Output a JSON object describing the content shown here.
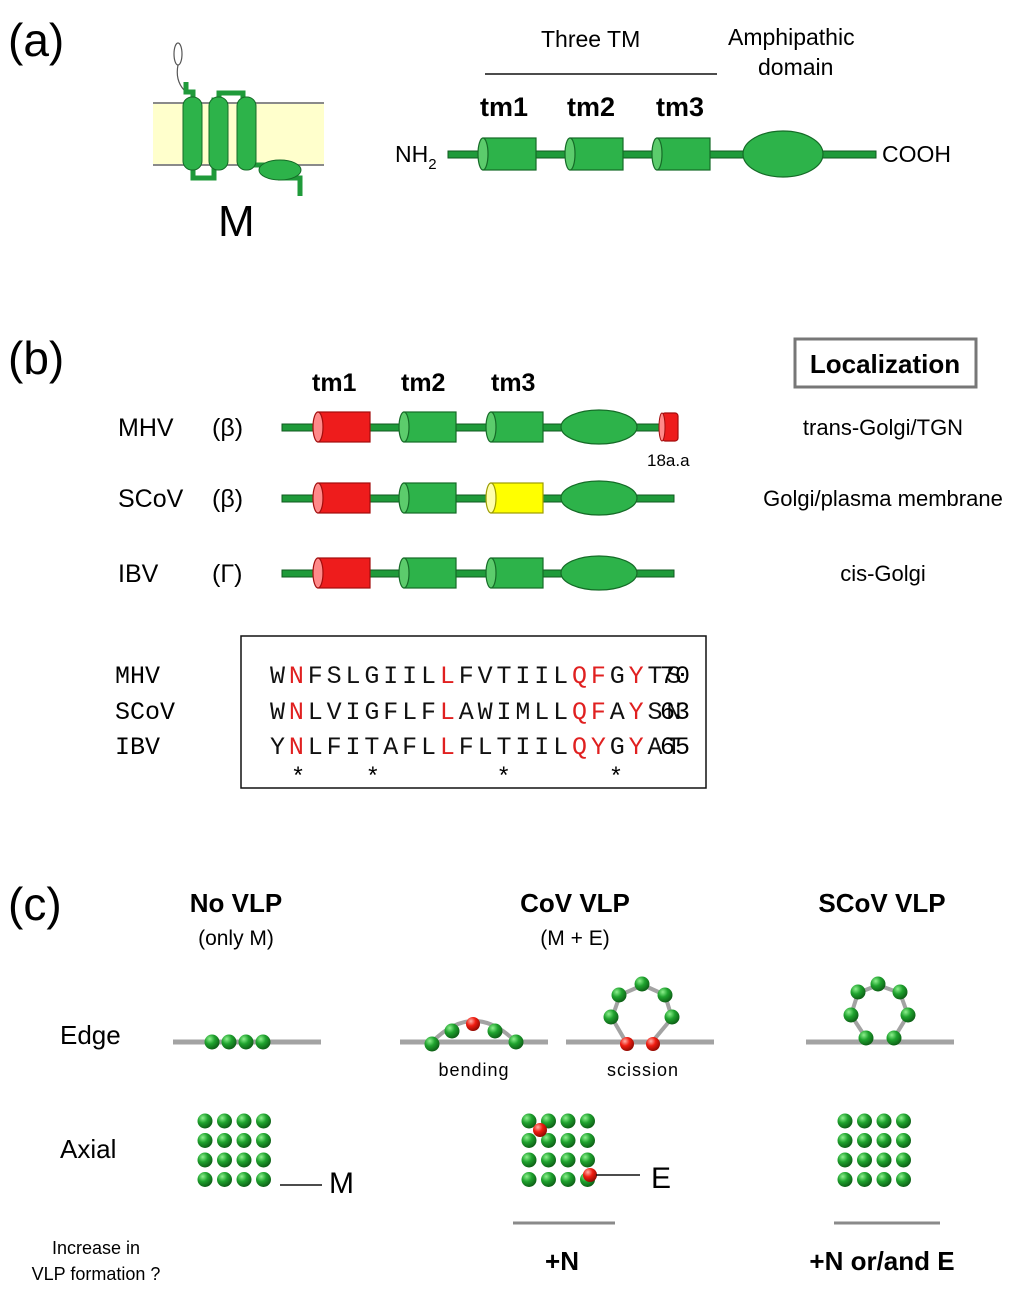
{
  "panel_a": {
    "label": "(a)",
    "protein_letter": "M",
    "three_tm": "Three TM",
    "amphipathic_line1": "Amphipathic",
    "amphipathic_line2": "domain",
    "tm_labels": [
      "tm1",
      "tm2",
      "tm3"
    ],
    "nh2": "NH",
    "nh2_sub": "2",
    "cooh": "COOH"
  },
  "panel_b": {
    "label": "(b)",
    "localization_header": "Localization",
    "tm_labels": [
      "tm1",
      "tm2",
      "tm3"
    ],
    "rows": [
      {
        "virus": "MHV",
        "genus": "(β)",
        "localization": "trans-Golgi/TGN",
        "tm_colors": [
          "red",
          "green",
          "green"
        ],
        "tail": true
      },
      {
        "virus": "SCoV",
        "genus": "(β)",
        "localization": "Golgi/plasma membrane",
        "tm_colors": [
          "red",
          "green",
          "yellow"
        ],
        "tail": false
      },
      {
        "virus": "IBV",
        "genus": "(Γ)",
        "localization": "cis-Golgi",
        "tm_colors": [
          "red",
          "green",
          "green"
        ],
        "tail": false
      }
    ],
    "tail_note": "18a.a",
    "alignment": [
      {
        "name": "MHV",
        "seq": "WNFSLGIILLFVTIILQFGYTS",
        "end": "70",
        "red": [
          1,
          9,
          16,
          17,
          19
        ]
      },
      {
        "name": "SCoV",
        "seq": "WNLVIGFLFLAWIMLLQFAYSN",
        "end": "63",
        "red": [
          1,
          9,
          16,
          17,
          19
        ]
      },
      {
        "name": "IBV",
        "seq": "YNLFITAFLLFLTIILQYGYAT",
        "end": "65",
        "red": [
          1,
          9,
          16,
          17,
          19
        ]
      }
    ],
    "asterisk_positions": [
      1,
      5,
      12,
      18
    ],
    "asterisk_symbol": "*"
  },
  "panel_c": {
    "label": "(c)",
    "columns": [
      {
        "title": "No VLP",
        "subtitle": "(only M)"
      },
      {
        "title": "CoV VLP",
        "subtitle": "(M + E)"
      },
      {
        "title": "SCoV VLP",
        "subtitle": ""
      }
    ],
    "row_edge": "Edge",
    "row_axial": "Axial",
    "bending": "bending",
    "scission": "scission",
    "label_m": "M",
    "label_e": "E",
    "increase_line1": "Increase in",
    "increase_line2": "VLP formation ?",
    "plus_n": "+N",
    "plus_n_e": "+N or/and E"
  },
  "colors": {
    "green": "#1f9a3a",
    "green_light": "#2db34a",
    "red": "#ee1c1c",
    "yellow": "#ffff00",
    "membrane": "#ffffcc",
    "gray": "#8a8a8a",
    "seq_red": "#e02020"
  }
}
